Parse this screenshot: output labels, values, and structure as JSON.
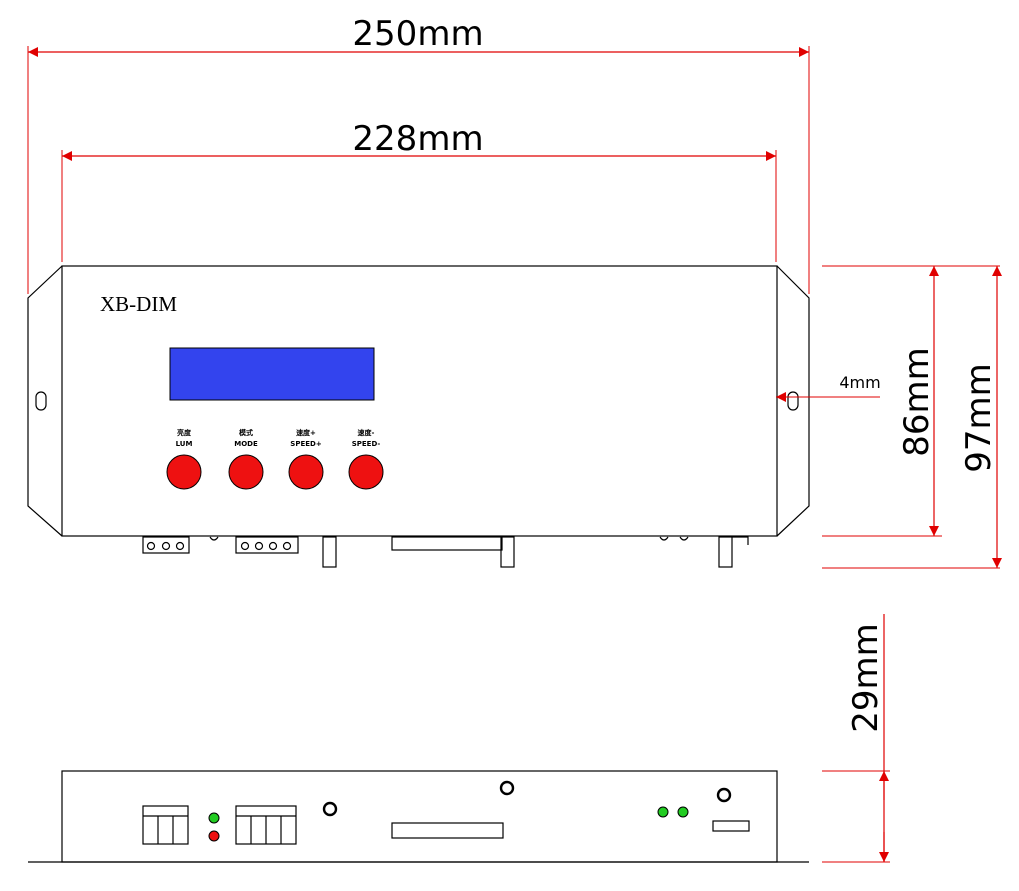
{
  "dimensions": {
    "total_width": "250mm",
    "body_width": "228mm",
    "height_inner": "86mm",
    "height_total": "97mm",
    "hole_offset": "4mm",
    "depth": "29mm"
  },
  "device": {
    "model": "XB-DIM",
    "buttons": [
      {
        "cn": "亮度",
        "en": "LUM"
      },
      {
        "cn": "模式",
        "en": "MODE"
      },
      {
        "cn": "速度+",
        "en": "SPEED+"
      },
      {
        "cn": "速度-",
        "en": "SPEED-"
      }
    ]
  },
  "colors": {
    "dimension_red": "#e00000",
    "lcd_blue": "#3344ee",
    "button_red": "#ee1111",
    "led_green": "#22cc22",
    "led_red": "#ee1111",
    "line": "#000000"
  }
}
